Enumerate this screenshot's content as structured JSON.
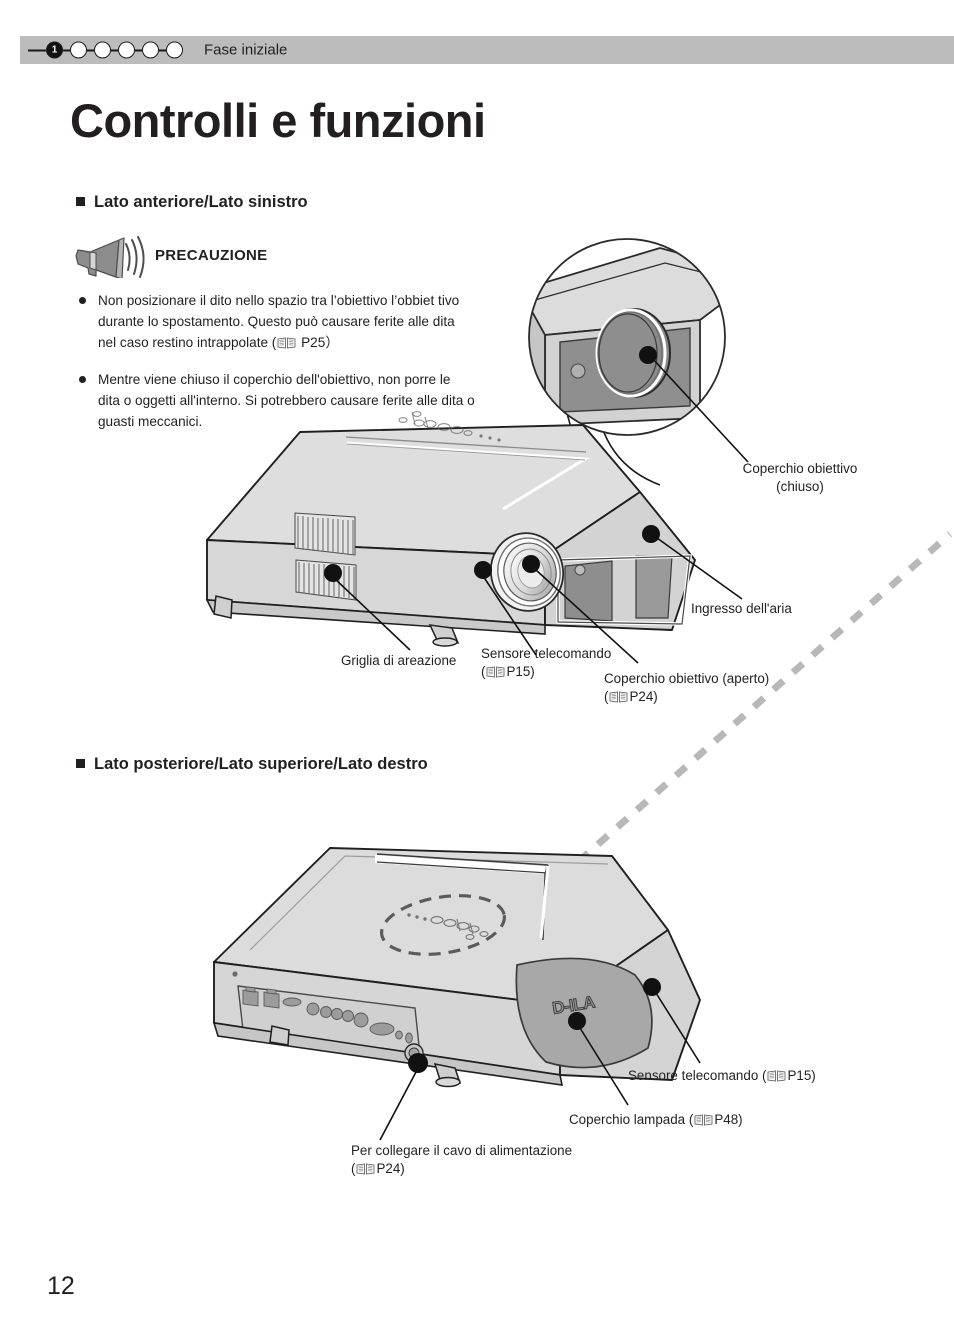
{
  "header": {
    "label": "Fase iniziale",
    "steps": [
      {
        "number": "1",
        "active": true
      },
      {
        "number": "",
        "active": false
      },
      {
        "number": "",
        "active": false
      },
      {
        "number": "",
        "active": false
      },
      {
        "number": "",
        "active": false
      },
      {
        "number": "",
        "active": false
      }
    ],
    "bar_color": "#bcbcbc"
  },
  "title": "Controlli e funzioni",
  "sections": {
    "front": {
      "heading": "Lato anteriore/Lato sinistro"
    },
    "rear": {
      "heading": "Lato posteriore/Lato superiore/Lato destro"
    }
  },
  "caution": {
    "icon": "megaphone-icon",
    "title": "PRECAUZIONE",
    "items": [
      {
        "text_before": "Non posizionare il dito nello spazio tra l’obiettivo l’obbiet tivo durante lo spostamento. Questo può causare ferite alle dita nel caso restino intrappolate (",
        "ref": " P25",
        "text_after": "）"
      },
      {
        "text_before": "Mentre viene chiuso il coperchio dell'obiettivo, non porre le dita o oggetti all'interno. Si potrebbero causare ferite alle dita o guasti meccanici.",
        "ref": "",
        "text_after": ""
      }
    ]
  },
  "figure_front": {
    "name": "projector-front-left-illustration",
    "callouts": [
      {
        "id": "lens-cover-closed",
        "line1": "Coperchio obiettivo",
        "line2": "(chiuso)",
        "line3": ""
      },
      {
        "id": "air-intake",
        "line1": "Ingresso dell'aria",
        "line2": "",
        "line3": ""
      },
      {
        "id": "exhaust-grille",
        "line1": "Griglia di areazione",
        "line2": "",
        "line3": ""
      },
      {
        "id": "remote-sensor",
        "line1": "Sensore telecomando",
        "line2": "(",
        "line3": "P15)"
      },
      {
        "id": "lens-cover-open",
        "line1": "Coperchio obiettivo (aperto)",
        "line2": "(",
        "line3": "P24)"
      }
    ]
  },
  "figure_rear": {
    "name": "projector-rear-top-right-illustration",
    "lamp_cover_logo": "D-ILA",
    "callouts": [
      {
        "id": "remote-sensor-rear",
        "line1": "Sensore telecomando (",
        "line2": "P15)",
        "line3": ""
      },
      {
        "id": "lamp-cover",
        "line1": "Coperchio lampada (",
        "line2": "P48)",
        "line3": ""
      },
      {
        "id": "power-cord-connection",
        "line1": "Per collegare il cavo di alimentazione",
        "line2": "(",
        "line3": "P24)"
      }
    ]
  },
  "page_number": "12"
}
